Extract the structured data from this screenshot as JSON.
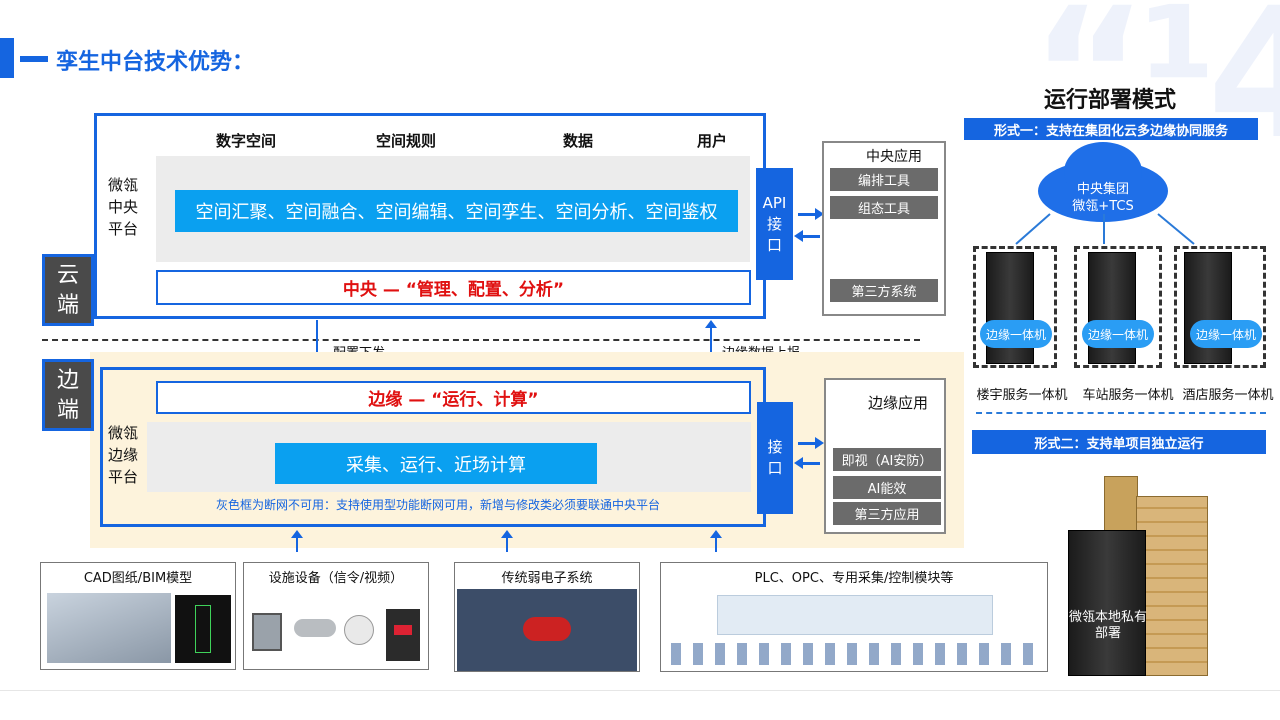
{
  "header": {
    "title": "孪生中台技术优势："
  },
  "cloud": {
    "side_label_1": "云",
    "side_label_2": "端",
    "platform_label": [
      "微瓴",
      "中央",
      "平台"
    ],
    "columns": [
      "数字空间",
      "空间规则",
      "数据",
      "用户"
    ],
    "highlight": "空间汇聚、空间融合、空间编辑、空间孪生、空间分析、空间鉴权",
    "central": "中央 — “管理、配置、分析”",
    "api": [
      "API",
      "接",
      "口"
    ],
    "app_title": "中央应用",
    "apps": [
      "编排工具",
      "组态工具",
      "第三方系统"
    ]
  },
  "flow": {
    "config_down": "配置下发",
    "edge_up": "边缘数据上报"
  },
  "edge": {
    "side_label_1": "边",
    "side_label_2": "端",
    "platform_label": [
      "微瓴",
      "边缘",
      "平台"
    ],
    "edge_title": "边缘  —  “运行、计算”",
    "highlight": "采集、运行、近场计算",
    "note": "灰色框为断网不可用：支持使用型功能断网可用，新增与修改类必须要联通中央平台",
    "api": [
      "接",
      "口"
    ],
    "app_title": "边缘应用",
    "apps": [
      "即视（AI安防）",
      "AI能效",
      "第三方应用"
    ]
  },
  "sources": [
    {
      "title": "CAD图纸/BIM模型"
    },
    {
      "title": "设施设备（信令/视频）"
    },
    {
      "title": "传统弱电子系统"
    },
    {
      "title": "PLC、OPC、专用采集/控制模块等"
    }
  ],
  "deployment": {
    "title": "运行部署模式",
    "mode1": "形式一：支持在集团化云多边缘协同服务",
    "cloud_text": [
      "中央集团",
      "微瓴+TCS"
    ],
    "edge_cloud": "边缘一体机",
    "sites": [
      "楼宇服务一体机",
      "车站服务一体机",
      "酒店服务一体机"
    ],
    "mode2": "形式二：支持单项目独立运行",
    "private": [
      "微瓴本地私有",
      "部署"
    ]
  },
  "colors": {
    "accent": "#1565e0",
    "highlight": "#0aa0f0",
    "emphasis": "#e01010"
  }
}
